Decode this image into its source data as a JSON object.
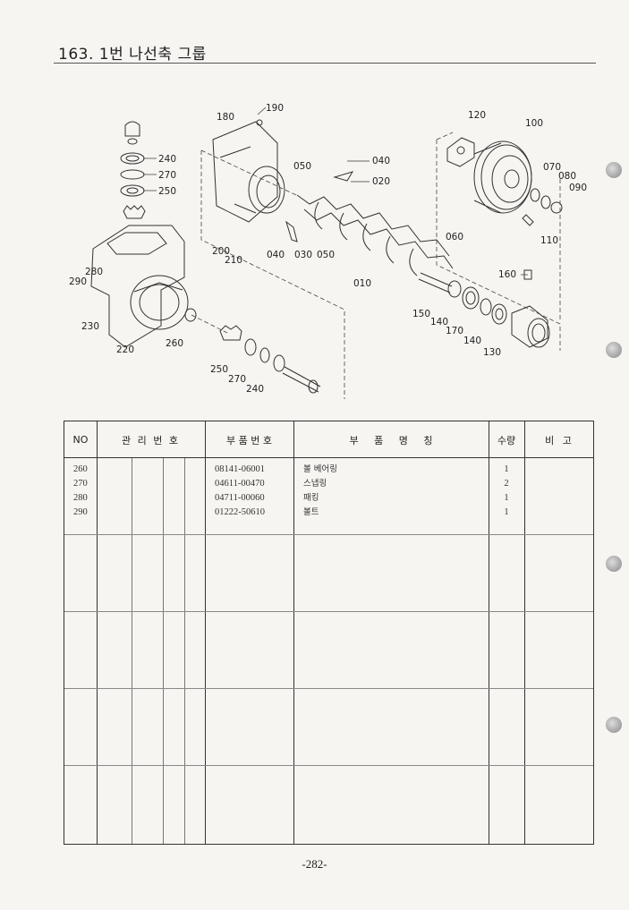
{
  "page": {
    "title": "163. 1번 나선축 그룹",
    "page_number": "-282-"
  },
  "diagram": {
    "callouts": [
      {
        "id": "190",
        "text": "190"
      },
      {
        "id": "180",
        "text": "180"
      },
      {
        "id": "120",
        "text": "120"
      },
      {
        "id": "100",
        "text": "100"
      },
      {
        "id": "240a",
        "text": "240"
      },
      {
        "id": "270a",
        "text": "270"
      },
      {
        "id": "250a",
        "text": "250"
      },
      {
        "id": "050a",
        "text": "050"
      },
      {
        "id": "040a",
        "text": "040"
      },
      {
        "id": "020",
        "text": "020"
      },
      {
        "id": "070",
        "text": "070"
      },
      {
        "id": "080",
        "text": "080"
      },
      {
        "id": "090",
        "text": "090"
      },
      {
        "id": "110",
        "text": "110"
      },
      {
        "id": "060",
        "text": "060"
      },
      {
        "id": "200",
        "text": "200"
      },
      {
        "id": "210",
        "text": "210"
      },
      {
        "id": "040b",
        "text": "040"
      },
      {
        "id": "030",
        "text": "030"
      },
      {
        "id": "050b",
        "text": "050"
      },
      {
        "id": "280",
        "text": "280"
      },
      {
        "id": "290",
        "text": "290"
      },
      {
        "id": "010",
        "text": "010"
      },
      {
        "id": "160",
        "text": "160"
      },
      {
        "id": "150",
        "text": "150"
      },
      {
        "id": "140a",
        "text": "140"
      },
      {
        "id": "170",
        "text": "170"
      },
      {
        "id": "140b",
        "text": "140"
      },
      {
        "id": "130",
        "text": "130"
      },
      {
        "id": "230",
        "text": "230"
      },
      {
        "id": "220",
        "text": "220"
      },
      {
        "id": "260",
        "text": "260"
      },
      {
        "id": "250b",
        "text": "250"
      },
      {
        "id": "270b",
        "text": "270"
      },
      {
        "id": "240b",
        "text": "240"
      }
    ]
  },
  "table": {
    "headers": {
      "no": "NO",
      "mgmt": "관 리 번 호",
      "part_no": "부 품 번 호",
      "part_name": "부     품     명     칭",
      "qty": "수량",
      "remarks": "비 고"
    },
    "rows": [
      {
        "no": "260",
        "part_no": "08141-06001",
        "name": "볼 베어링",
        "qty": "1"
      },
      {
        "no": "270",
        "part_no": "04611-00470",
        "name": "스냅링",
        "qty": "2"
      },
      {
        "no": "280",
        "part_no": "04711-00060",
        "name": "패킹",
        "qty": "1"
      },
      {
        "no": "290",
        "part_no": "01222-50610",
        "name": "볼트",
        "qty": "1"
      }
    ]
  }
}
